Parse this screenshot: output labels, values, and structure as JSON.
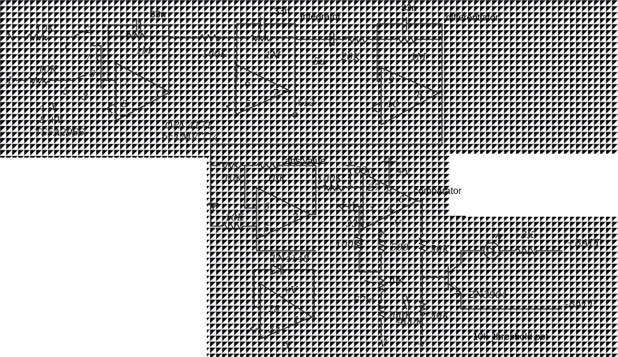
{
  "labels": {
    "typed": {
      "cap_33n_a": "33n",
      "cap_33n_b": "33n",
      "cap_33n_c": "33n",
      "integrator": "integrator",
      "differentiator": "differentiator",
      "abs_value": "abs value",
      "comparator": "comparator",
      "pot_10k": "10k",
      "threshold_pot": "10k_threshold pot"
    },
    "handwritten": {
      "input_n": "N",
      "input_i": "I",
      "r_10k_n": "10K",
      "r_10k_i": "10K",
      "r_1m_a": "1M",
      "r_100k": "100K",
      "r_1m_b": "1M",
      "cap_5u": "5u",
      "r_20k": "20K",
      "r_1m_c": "1M",
      "sw_pins": "2 1 7 6 5 3",
      "power_note_1": "4 -V",
      "power_note_2": "8 +V",
      "switch_part": "TS5A2066",
      "opamp_part": "OPA 4171",
      "opamp_alt": "or LMV 774",
      "plus12": "+12",
      "abs_r1": "10K",
      "abs_r2": "10K",
      "abs_r3": "10K",
      "abs_r4": "10K",
      "r_100k_cmp": "100K",
      "cap_33n_cmp": "33n",
      "r_100k_div": "100K",
      "r_500": "500",
      "r_50k_top": "50K",
      "r_50k_bot": "50K",
      "r_3k": "3K",
      "r_200k": "200K",
      "r_400k": "400K",
      "diode": "1N4148",
      "transistor": "2N3904",
      "plus_batt": "+BATT",
      "minus_batt": "-BATT",
      "plus_v": "+V",
      "minus_v": "-V",
      "pin_nums": "2 3 1 6 5 7 9 10 8"
    }
  }
}
